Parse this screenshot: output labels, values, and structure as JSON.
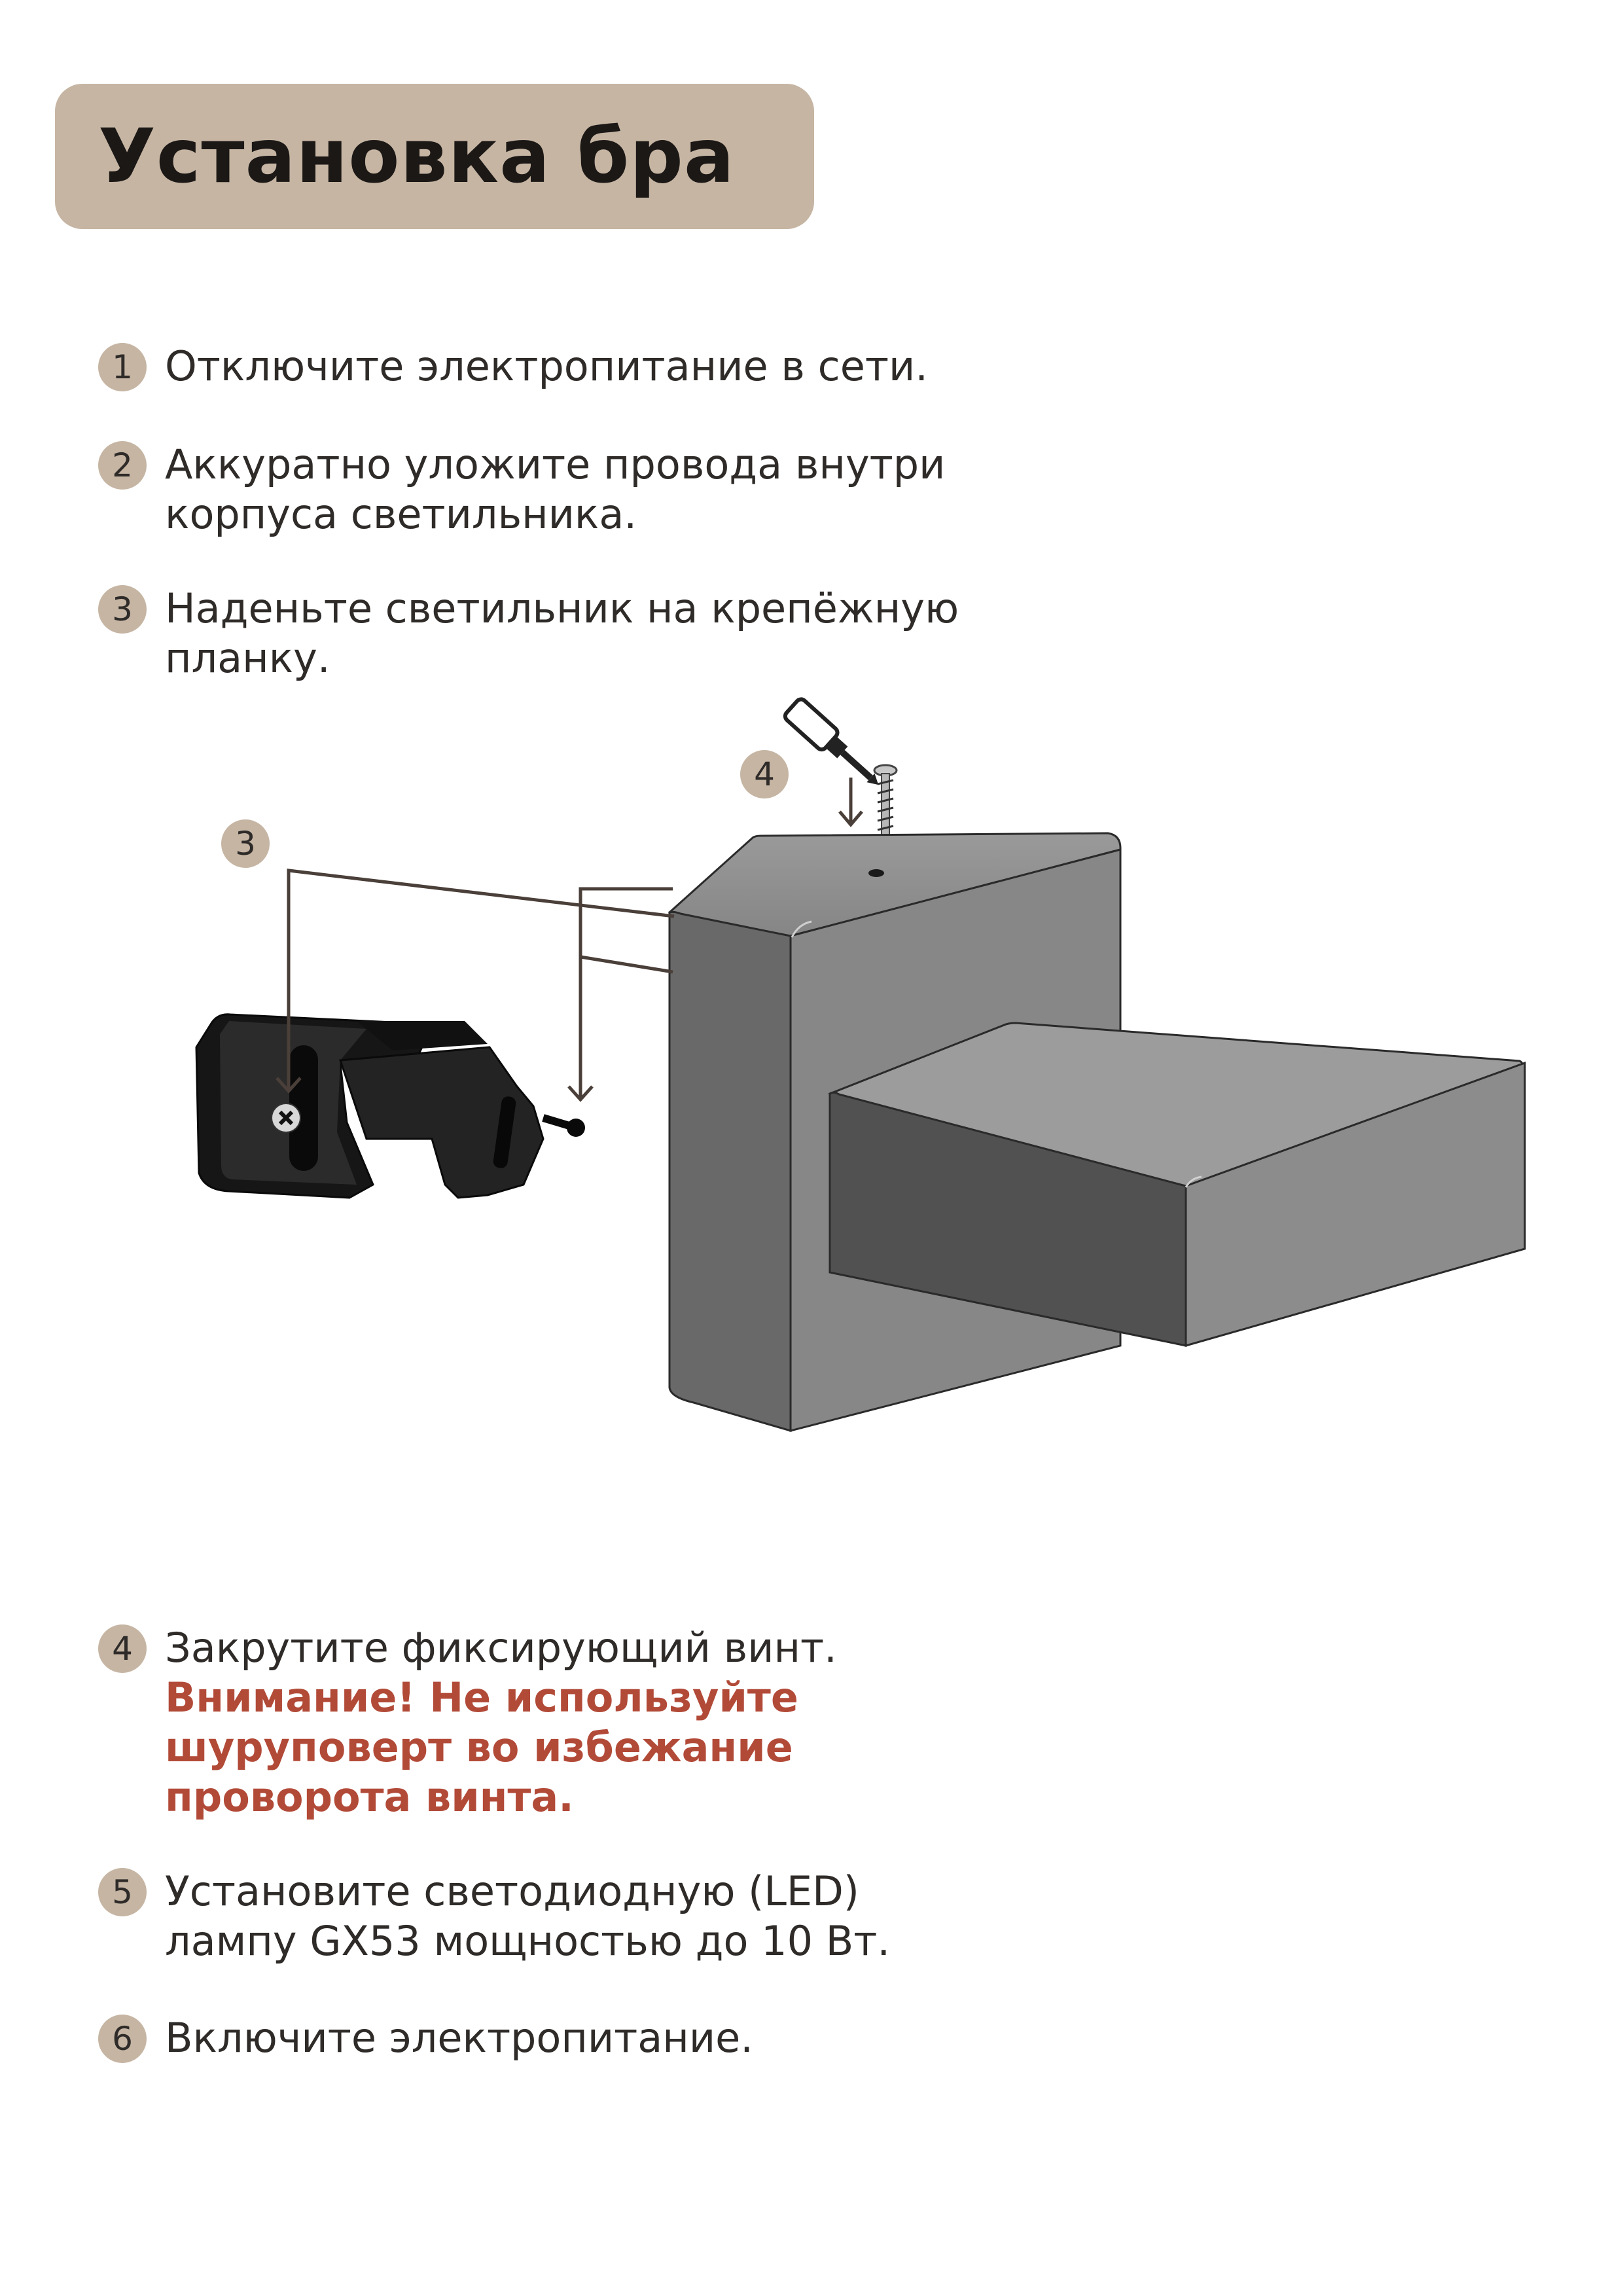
{
  "title": "Установка бра",
  "steps": [
    {
      "num": "1",
      "lines": [
        "Отключите электропитание в сети."
      ]
    },
    {
      "num": "2",
      "lines": [
        "Аккуратно уложите провода внутри",
        "корпуса светильника."
      ]
    },
    {
      "num": "3",
      "lines": [
        "Наденьте светильник на крепёжную",
        "планку."
      ]
    },
    {
      "num": "4",
      "lines": [
        "Закрутите фиксирующий винт."
      ],
      "warning": [
        "Внимание! Не используйте",
        "шуруповерт во избежание",
        "проворота винта."
      ]
    },
    {
      "num": "5",
      "lines": [
        "Установите светодиодную (LED)",
        "лампу GX53 мощностью до 10 Вт."
      ]
    },
    {
      "num": "6",
      "lines": [
        "Включите электропитание."
      ]
    }
  ],
  "diagram": {
    "callout_bracket": "3",
    "callout_screw": "4"
  },
  "colors": {
    "banner": "#c6b5a3",
    "warning": "#b24a38",
    "line": "#4a3f39",
    "lamp": "#8a8a8a"
  }
}
